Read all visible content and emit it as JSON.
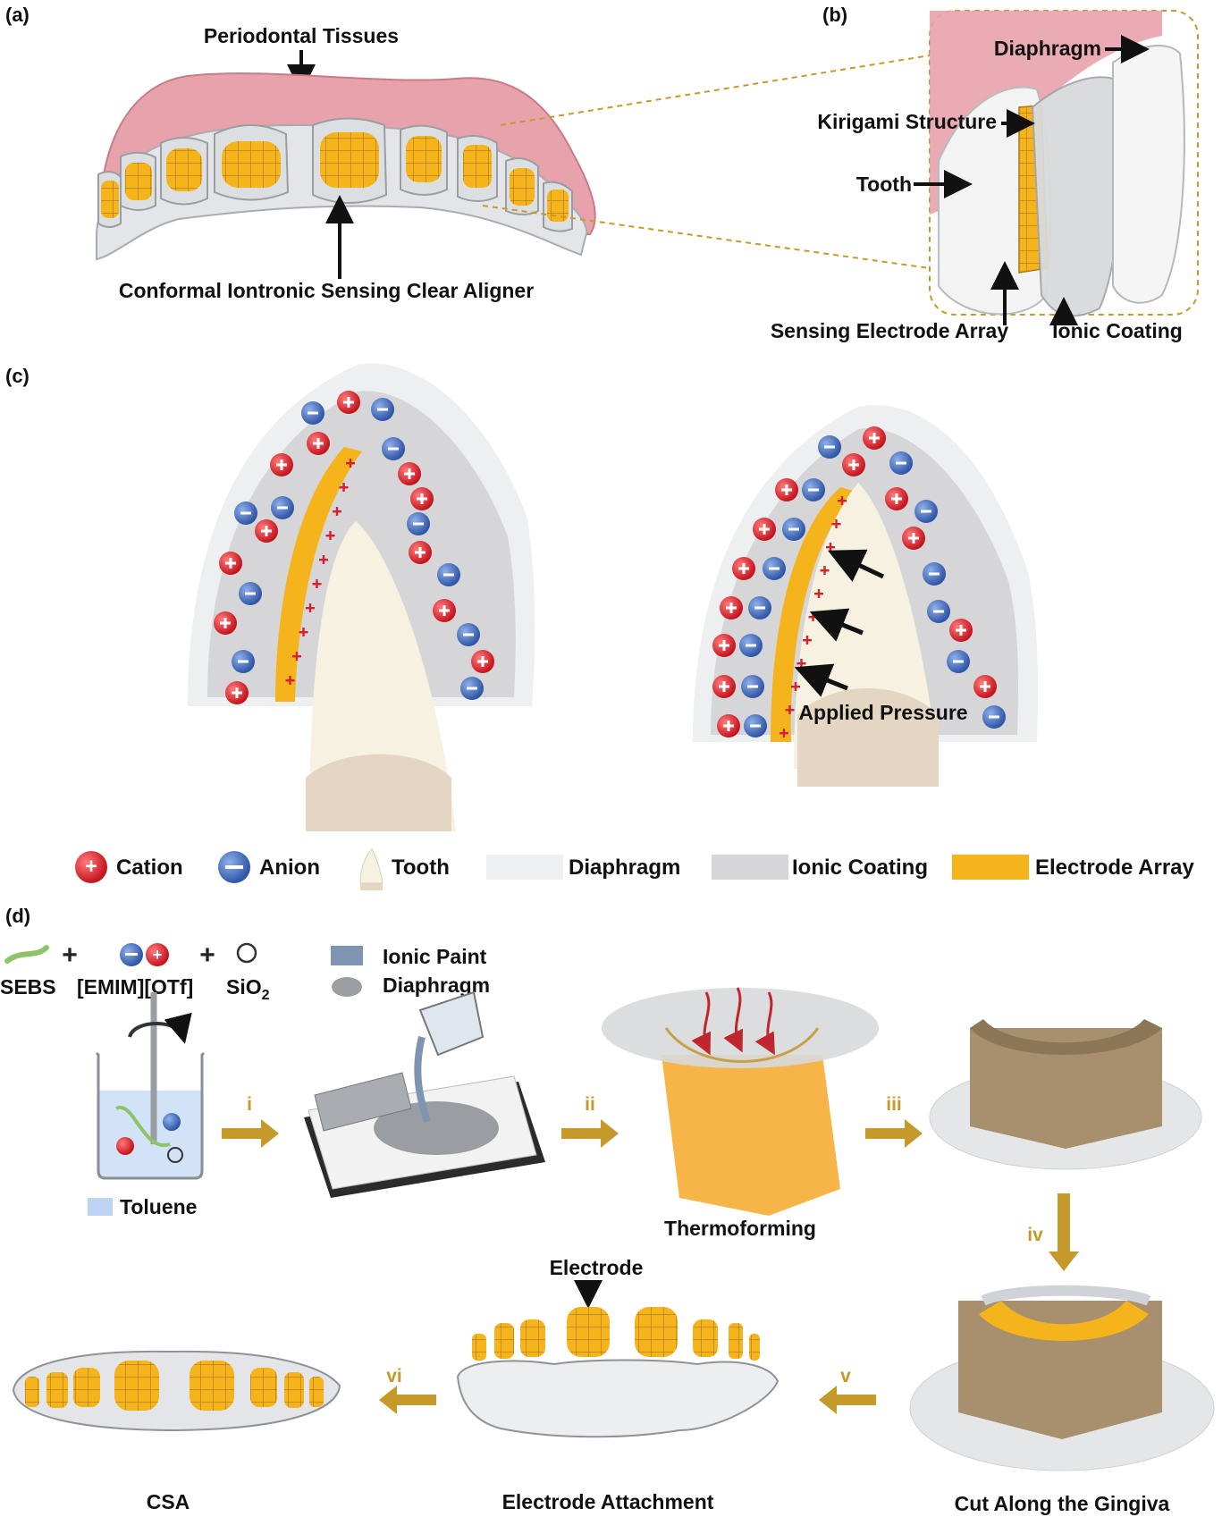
{
  "panel_a": {
    "tag": "(a)",
    "top_label": "Periodontal Tissues",
    "bottom_label": "Conformal Iontronic Sensing Clear Aligner"
  },
  "panel_b": {
    "tag": "(b)",
    "diaphragm": "Diaphragm",
    "kirigami": "Kirigami Structure",
    "tooth": "Tooth",
    "sensing_array": "Sensing Electrode Array",
    "ionic_coating": "Ionic Coating"
  },
  "panel_c": {
    "tag": "(c)",
    "pressure_label": "Applied Pressure",
    "legend": {
      "cation": "Cation",
      "anion": "Anion",
      "tooth": "Tooth",
      "diaphragm": "Diaphragm",
      "ionic_coating": "Ionic Coating",
      "electrode_array": "Electrode Array"
    }
  },
  "panel_d": {
    "tag": "(d)",
    "ingredients": {
      "sebs": "SEBS",
      "emim": "[EMIM][OTf]",
      "sio2_base": "SiO",
      "sio2_sub": "2",
      "toluene": "Toluene"
    },
    "paint_legend": {
      "ionic_paint": "Ionic Paint",
      "diaphragm": "Diaphragm"
    },
    "steps": [
      "i",
      "ii",
      "iii",
      "iv",
      "v",
      "vi"
    ],
    "captions": {
      "thermoforming": "Thermoforming",
      "electrode": "Electrode",
      "csa": "CSA",
      "electrode_attachment": "Electrode Attachment",
      "cut_gingiva": "Cut Along the Gingiva"
    }
  },
  "colors": {
    "cation": "#d8202a",
    "anion": "#3c63b4",
    "electrode": "#f5b31c",
    "gum": "#e8a2ac",
    "tooth": "#f6f1e0",
    "coating": "#d6d6d8",
    "diaphragm": "#eeeff0",
    "arrow_gold": "#c59a2a"
  }
}
